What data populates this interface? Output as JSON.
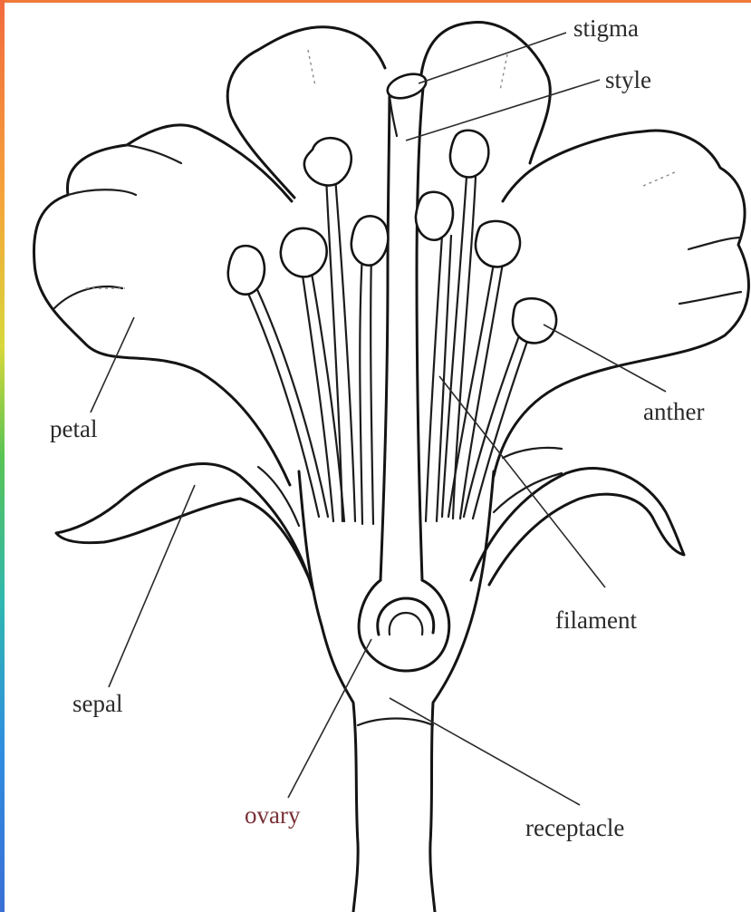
{
  "diagram": {
    "labels": {
      "stigma": "stigma",
      "style": "style",
      "anther": "anther",
      "petal": "petal",
      "filament": "filament",
      "sepal": "sepal",
      "ovary": "ovary",
      "receptacle": "receptacle"
    },
    "colors": {
      "line": "#141414",
      "label": "#2a2a2a",
      "ovary_label": "#7a3036",
      "frame_top": "#f07a3a"
    }
  }
}
